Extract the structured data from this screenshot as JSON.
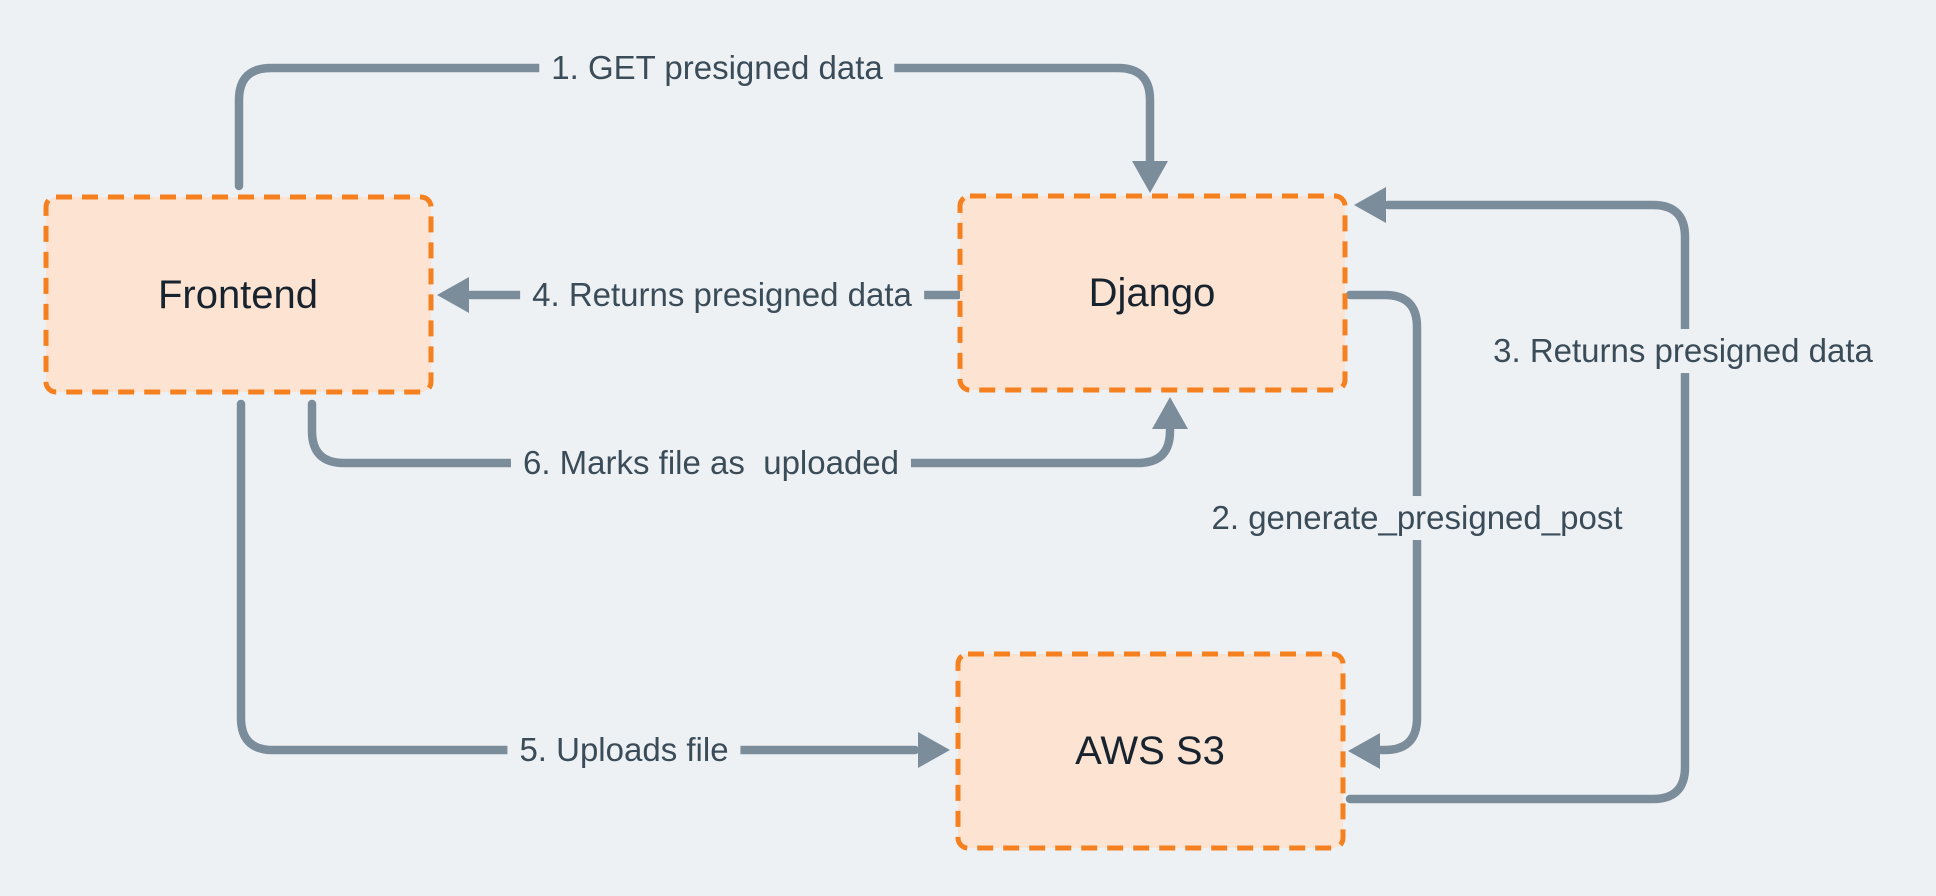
{
  "diagram_type": "flow-diagram",
  "colors": {
    "background": "#eef1f4",
    "node_fill": "#fce3d2",
    "node_border": "#f5801f",
    "arrow": "#7b8c9b",
    "edge_label_text": "#3b4c59",
    "node_text": "#17232e"
  },
  "nodes": [
    {
      "id": "frontend",
      "label": "Frontend"
    },
    {
      "id": "django",
      "label": "Django"
    },
    {
      "id": "aws-s3",
      "label": "AWS S3"
    }
  ],
  "edges": [
    {
      "from": "Frontend",
      "to": "Django",
      "label": "1. GET presigned data"
    },
    {
      "from": "Django",
      "to": "AWS S3",
      "label": "2. generate_presigned_post"
    },
    {
      "from": "AWS S3",
      "to": "Django",
      "label": "3. Returns presigned data"
    },
    {
      "from": "Django",
      "to": "Frontend",
      "label": "4. Returns presigned data"
    },
    {
      "from": "Frontend",
      "to": "AWS S3",
      "label": "5. Uploads file"
    },
    {
      "from": "Frontend",
      "to": "Django",
      "label": "6. Marks file as  uploaded"
    }
  ]
}
